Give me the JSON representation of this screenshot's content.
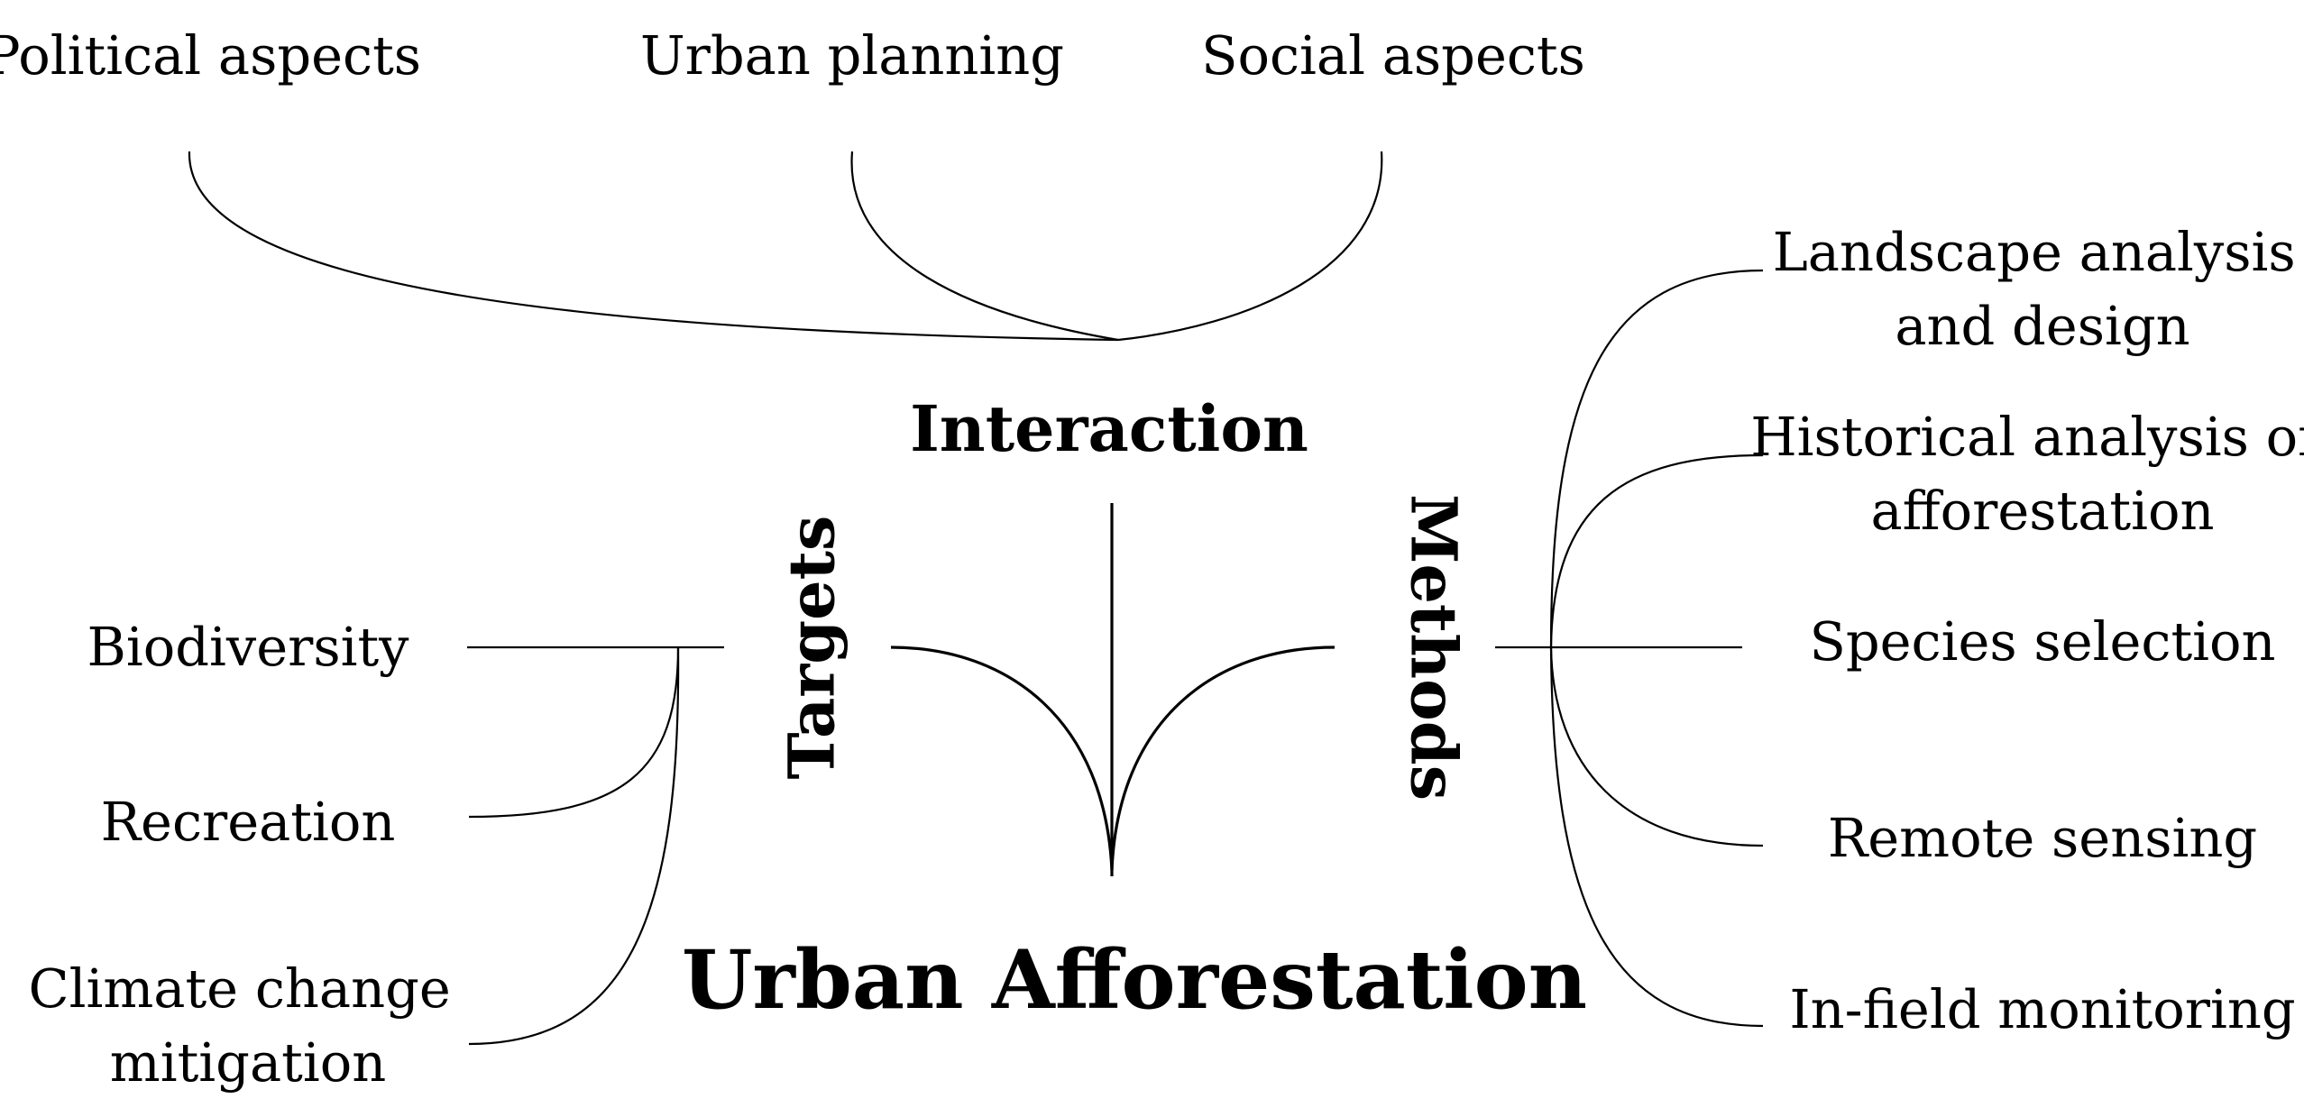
{
  "title": "Urban Afforestation",
  "branches": {
    "interaction": {
      "label": "Interaction",
      "items": [
        "Political aspects",
        "Urban planning",
        "Social aspects"
      ]
    },
    "targets": {
      "label": "Targets",
      "items": [
        {
          "lines": [
            "Biodiversity"
          ]
        },
        {
          "lines": [
            "Recreation"
          ]
        },
        {
          "lines": [
            "Climate change",
            "mitigation"
          ]
        }
      ]
    },
    "methods": {
      "label": "Methods",
      "items": [
        {
          "lines": [
            "Landscape analysis",
            "and design"
          ]
        },
        {
          "lines": [
            "Historical analysis of",
            "afforestation"
          ]
        },
        {
          "lines": [
            "Species selection"
          ]
        },
        {
          "lines": [
            "Remote sensing"
          ]
        },
        {
          "lines": [
            "In-field monitoring"
          ]
        }
      ]
    }
  }
}
